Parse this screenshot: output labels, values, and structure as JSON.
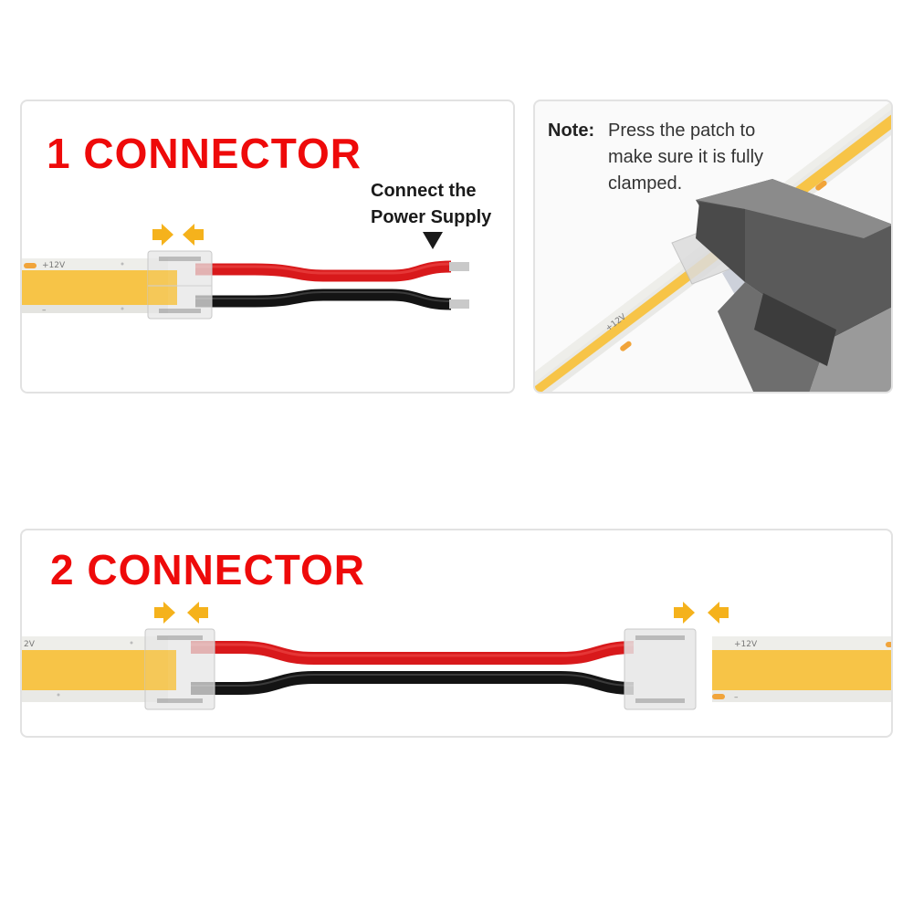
{
  "panel1": {
    "title": "1 CONNECTOR",
    "callout_line1": "Connect the",
    "callout_line2": "Power Supply",
    "strip_label": "+12V",
    "strip_minus": "–"
  },
  "note_panel": {
    "note_label": "Note:",
    "note_line1": "Press the patch to",
    "note_line2": "make sure it is fully",
    "note_line3": "clamped.",
    "strip_label": "+12V"
  },
  "panel2": {
    "title": "2 CONNECTOR",
    "strip_label_left": "2V",
    "strip_label_right": "+12V",
    "strip_minus": "–"
  },
  "colors": {
    "heading_red": "#ee0a0a",
    "arrow_orange": "#f5b21c",
    "led_yellow": "#f7c447",
    "wire_red": "#d8191b",
    "wire_black": "#141414"
  }
}
